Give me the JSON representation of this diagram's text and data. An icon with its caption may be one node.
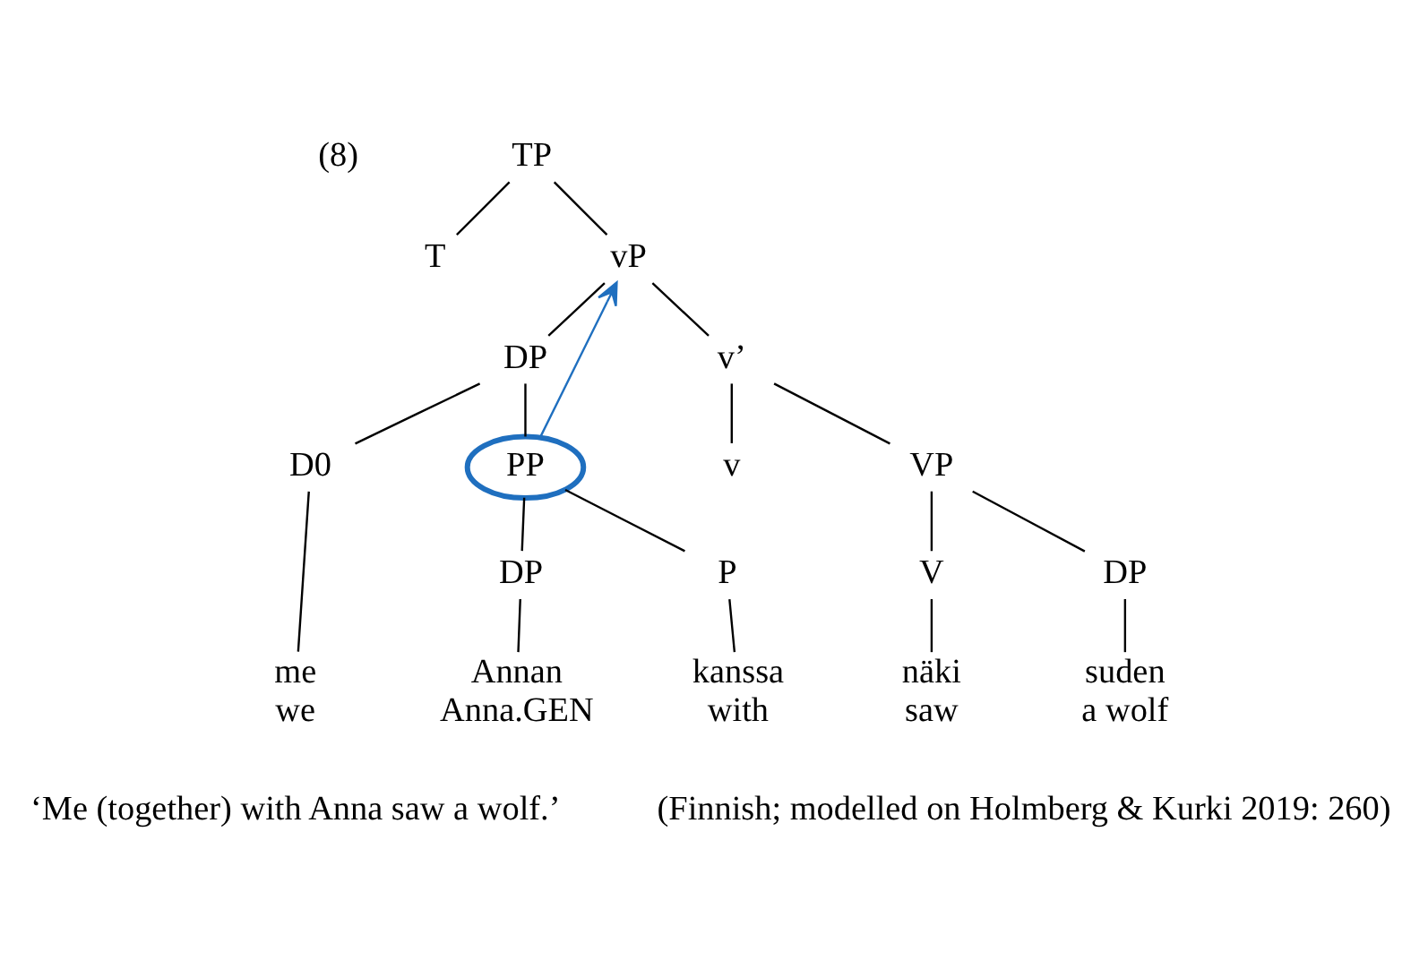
{
  "diagram": {
    "nodes": [
      {
        "text": [
          "TP"
        ]
      },
      {
        "text": [
          "T"
        ]
      },
      {
        "text": [
          "vP"
        ]
      },
      {
        "text": [
          "DP"
        ]
      },
      {
        "text": [
          "v’"
        ]
      },
      {
        "text": [
          "D0"
        ]
      },
      {
        "text": [
          "PP"
        ]
      },
      {
        "text": [
          "v"
        ]
      },
      {
        "text": [
          "VP"
        ]
      },
      {
        "text": [
          "DP"
        ]
      },
      {
        "text": [
          "P"
        ]
      },
      {
        "text": [
          "V"
        ]
      },
      {
        "text": [
          "DP"
        ]
      },
      {
        "text": [
          "me",
          "we"
        ]
      },
      {
        "text": [
          "Annan",
          "Anna.GEN"
        ]
      },
      {
        "text": [
          "kanssa",
          "with"
        ]
      },
      {
        "text": [
          "näki",
          "saw"
        ]
      },
      {
        "text": [
          "suden",
          "a wolf"
        ]
      }
    ],
    "edges": [
      {
        "from": 0,
        "to": 1,
        "arrow": "none"
      },
      {
        "from": 0,
        "to": 2,
        "arrow": "none"
      },
      {
        "from": 2,
        "to": 3,
        "arrow": "none"
      },
      {
        "from": 2,
        "to": 4,
        "arrow": "none"
      },
      {
        "from": 3,
        "to": 5,
        "arrow": "none"
      },
      {
        "from": 3,
        "to": 6,
        "arrow": "none"
      },
      {
        "from": 4,
        "to": 7,
        "arrow": "none"
      },
      {
        "from": 4,
        "to": 8,
        "arrow": "none"
      },
      {
        "from": 6,
        "to": 9,
        "arrow": "none"
      },
      {
        "from": 6,
        "to": 10,
        "arrow": "none"
      },
      {
        "from": 8,
        "to": 11,
        "arrow": "none"
      },
      {
        "from": 8,
        "to": 12,
        "arrow": "none"
      },
      {
        "from": 5,
        "to": 13,
        "arrow": "none"
      },
      {
        "from": 9,
        "to": 14,
        "arrow": "none"
      },
      {
        "from": 10,
        "to": 15,
        "arrow": "none"
      },
      {
        "from": 11,
        "to": 16,
        "arrow": "none"
      },
      {
        "from": 12,
        "to": 17,
        "arrow": "none"
      },
      {
        "from": 6,
        "to": 2,
        "arrow": "to",
        "color": "#1f6fbf"
      }
    ],
    "labels": [
      "(8)",
      "‘Me (together) with Anna saw a wolf.’",
      "(Finnish; modelled on Holmberg & Kurki 2019: 260)"
    ]
  }
}
